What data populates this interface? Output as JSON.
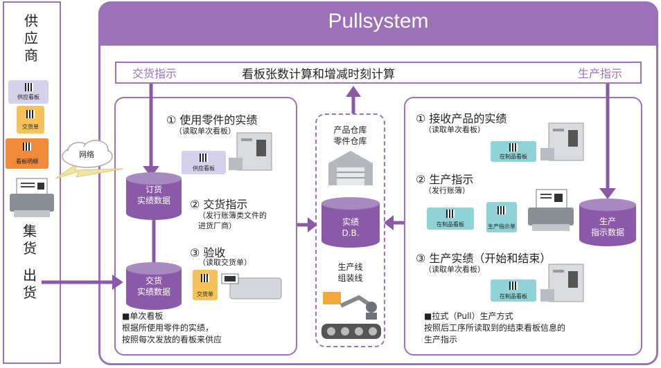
{
  "title": "Pullsystem",
  "top_bar": {
    "left": "交货指示",
    "center": "看板张数计算和增减时刻计算",
    "right": "生产指示"
  },
  "supplier": {
    "title": "供应商",
    "doc_supply_kanban": "供应看板",
    "doc_delivery": "交货单",
    "doc_kanban_detail": "看板明细",
    "network": "网络",
    "collect": "集货",
    "ship": "出货"
  },
  "left_panel": {
    "step1_title": "① 使用零件的实绩",
    "step1_sub": "（读取单次看板）",
    "step1_card": "供应看板",
    "db1": "订货\n实绩数据",
    "step2_title": "② 交货指示",
    "step2_sub": "（发行账簿类文件的\n进货厂商）",
    "step3_title": "③ 验收",
    "step3_sub": "（读取交货单）",
    "step3_card": "交货单",
    "db2": "交货\n实绩数据",
    "note_title": "■单次看板",
    "note_body": "根据所使用零件的实绩，\n按照每次发放的看板来供应"
  },
  "middle": {
    "warehouse": "产品仓库\n零件仓库",
    "db": "实绩\nD.B.",
    "line": "生产线\n组装线"
  },
  "right_panel": {
    "step1_title": "① 接收产品的实绩",
    "step1_sub": "（读取单次看板）",
    "step1_card": "在制品看板",
    "step2_title": "② 生产指示",
    "step2_sub": "（发行账簿）",
    "step2_card_a": "在制品看板",
    "step2_card_b": "生产指示单",
    "db": "生产\n指示数据",
    "step3_title": "③ 生产实绩（开始和结束）",
    "step3_sub": "（读取单次看板）",
    "step3_card": "在制品看板",
    "note_title": "■拉式（Pull）生产方式",
    "note_body": "按照后工序所读取到的结束看板信息的\n生产指示"
  },
  "colors": {
    "purple": "#9b72b8",
    "db_purple": "#8a5aa8",
    "kanban_lilac": "#d6d1ea",
    "kanban_teal": "#8fd3d7",
    "slip_orange": "#f6c35a",
    "detail_orange": "#f18a3a"
  }
}
